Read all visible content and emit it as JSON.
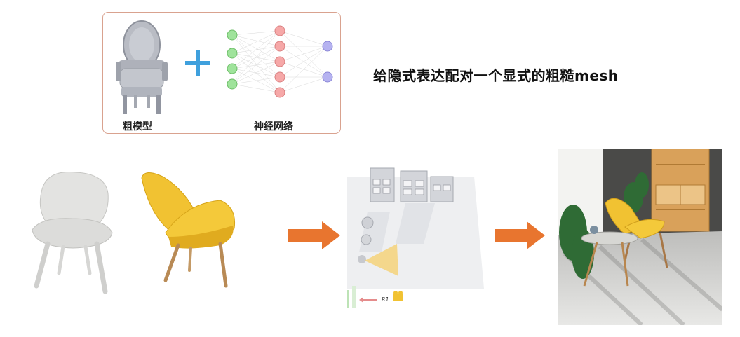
{
  "top_panel": {
    "left_label": "粗模型",
    "right_label": "神经网络",
    "plus_symbol": "+"
  },
  "headline": "给隐式表达配对一个显式的粗糙mesh",
  "scene": {
    "camera_label": "R1"
  },
  "icons": {
    "arrow1": "right-arrow-icon",
    "arrow2": "right-arrow-icon",
    "camera": "camera-icon"
  },
  "colors": {
    "panel_border": "#d9a28f",
    "plus": "#3fa0dd",
    "arrow": "#e8752f",
    "input_node": "#9fe39b",
    "hidden_node": "#f6a8a8",
    "output_node": "#b5b2f0",
    "chair_yellow": "#f1c232"
  }
}
